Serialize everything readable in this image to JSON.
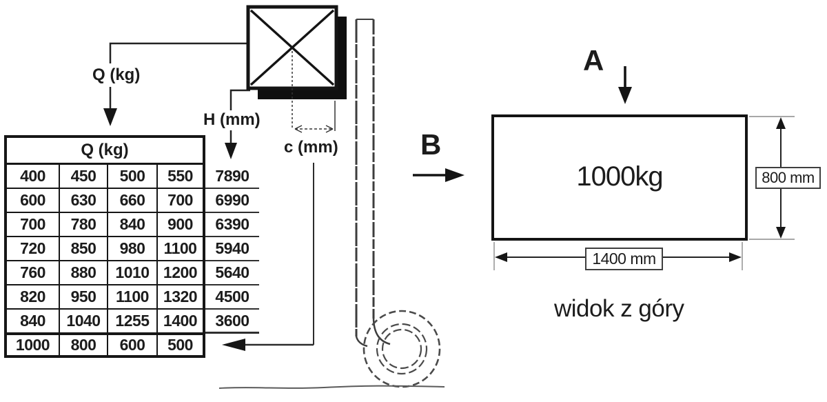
{
  "capacity_table": {
    "header": "Q (kg)",
    "rows": [
      [
        "400",
        "450",
        "500",
        "550"
      ],
      [
        "600",
        "630",
        "660",
        "700"
      ],
      [
        "700",
        "780",
        "840",
        "900"
      ],
      [
        "720",
        "850",
        "980",
        "1100"
      ],
      [
        "760",
        "880",
        "1010",
        "1200"
      ],
      [
        "820",
        "950",
        "1100",
        "1320"
      ],
      [
        "840",
        "1040",
        "1255",
        "1400"
      ]
    ],
    "footer_row": [
      "1000",
      "800",
      "600",
      "500"
    ],
    "h_column": [
      "7890",
      "6990",
      "6390",
      "5940",
      "5640",
      "4500",
      "3600"
    ]
  },
  "annotations": {
    "q_label": "Q (kg)",
    "h_label": "H (mm)",
    "c_label": "c (mm)",
    "view_a_label": "A",
    "view_b_label": "B"
  },
  "top_view": {
    "load_label": "1000kg",
    "width_dimension": "1400 mm",
    "depth_dimension": "800 mm",
    "caption": "widok z góry"
  },
  "colors": {
    "ink": "#1c1c1c",
    "sketch_gray": "#4a4a4a",
    "background": "#ffffff"
  }
}
